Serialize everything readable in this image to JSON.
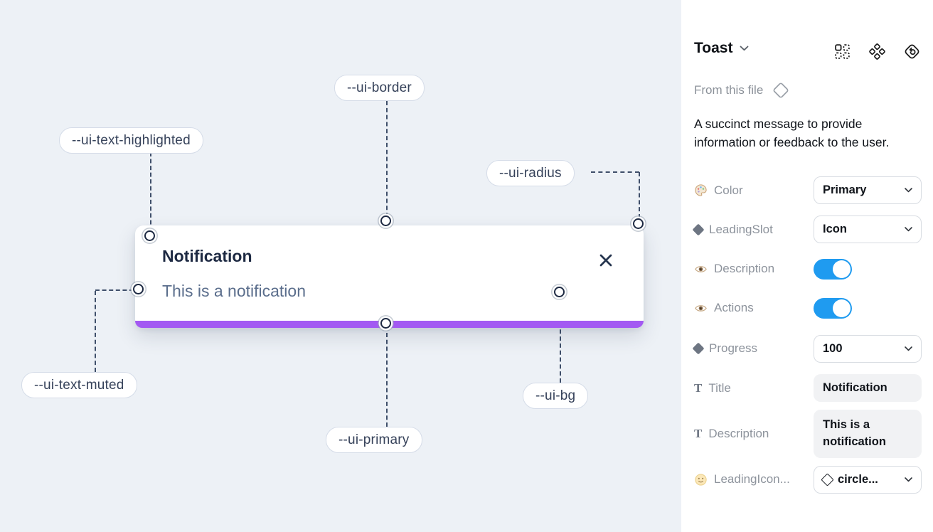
{
  "canvas": {
    "background": "#edf1f6",
    "toast": {
      "title": "Notification",
      "description": "This is a notification",
      "progress_color": "#a359f2"
    },
    "labels": [
      {
        "text": "--ui-border"
      },
      {
        "text": "--ui-text-highlighted"
      },
      {
        "text": "--ui-radius"
      },
      {
        "text": "--ui-text-muted"
      },
      {
        "text": "--ui-primary"
      },
      {
        "text": "--ui-bg"
      }
    ]
  },
  "panel": {
    "title": "Toast",
    "header_icons": [
      "swap-instance",
      "component",
      "return-to-component"
    ],
    "source": "From this file",
    "description": "A succinct message to provide information or feedback to the user.",
    "toggle_on_color": "#1f9bf0",
    "properties": [
      {
        "label": "Color",
        "icon": "palette-icon",
        "type": "select",
        "value": "Primary"
      },
      {
        "label": "LeadingSlot",
        "icon": "diamond-icon",
        "type": "select",
        "value": "Icon"
      },
      {
        "label": "Description",
        "icon": "eye-icon",
        "type": "toggle",
        "value": "on"
      },
      {
        "label": "Actions",
        "icon": "eye-icon",
        "type": "toggle",
        "value": "on"
      },
      {
        "label": "Progress",
        "icon": "diamond-icon",
        "type": "select",
        "value": "100"
      },
      {
        "label": "Title",
        "icon": "text-icon",
        "type": "text",
        "value": "Notification"
      },
      {
        "label": "Description",
        "icon": "text-icon",
        "type": "text",
        "value": "This is a notification"
      },
      {
        "label": "LeadingIcon...",
        "icon": "smiley-icon",
        "type": "select",
        "value": "circle..."
      }
    ]
  }
}
